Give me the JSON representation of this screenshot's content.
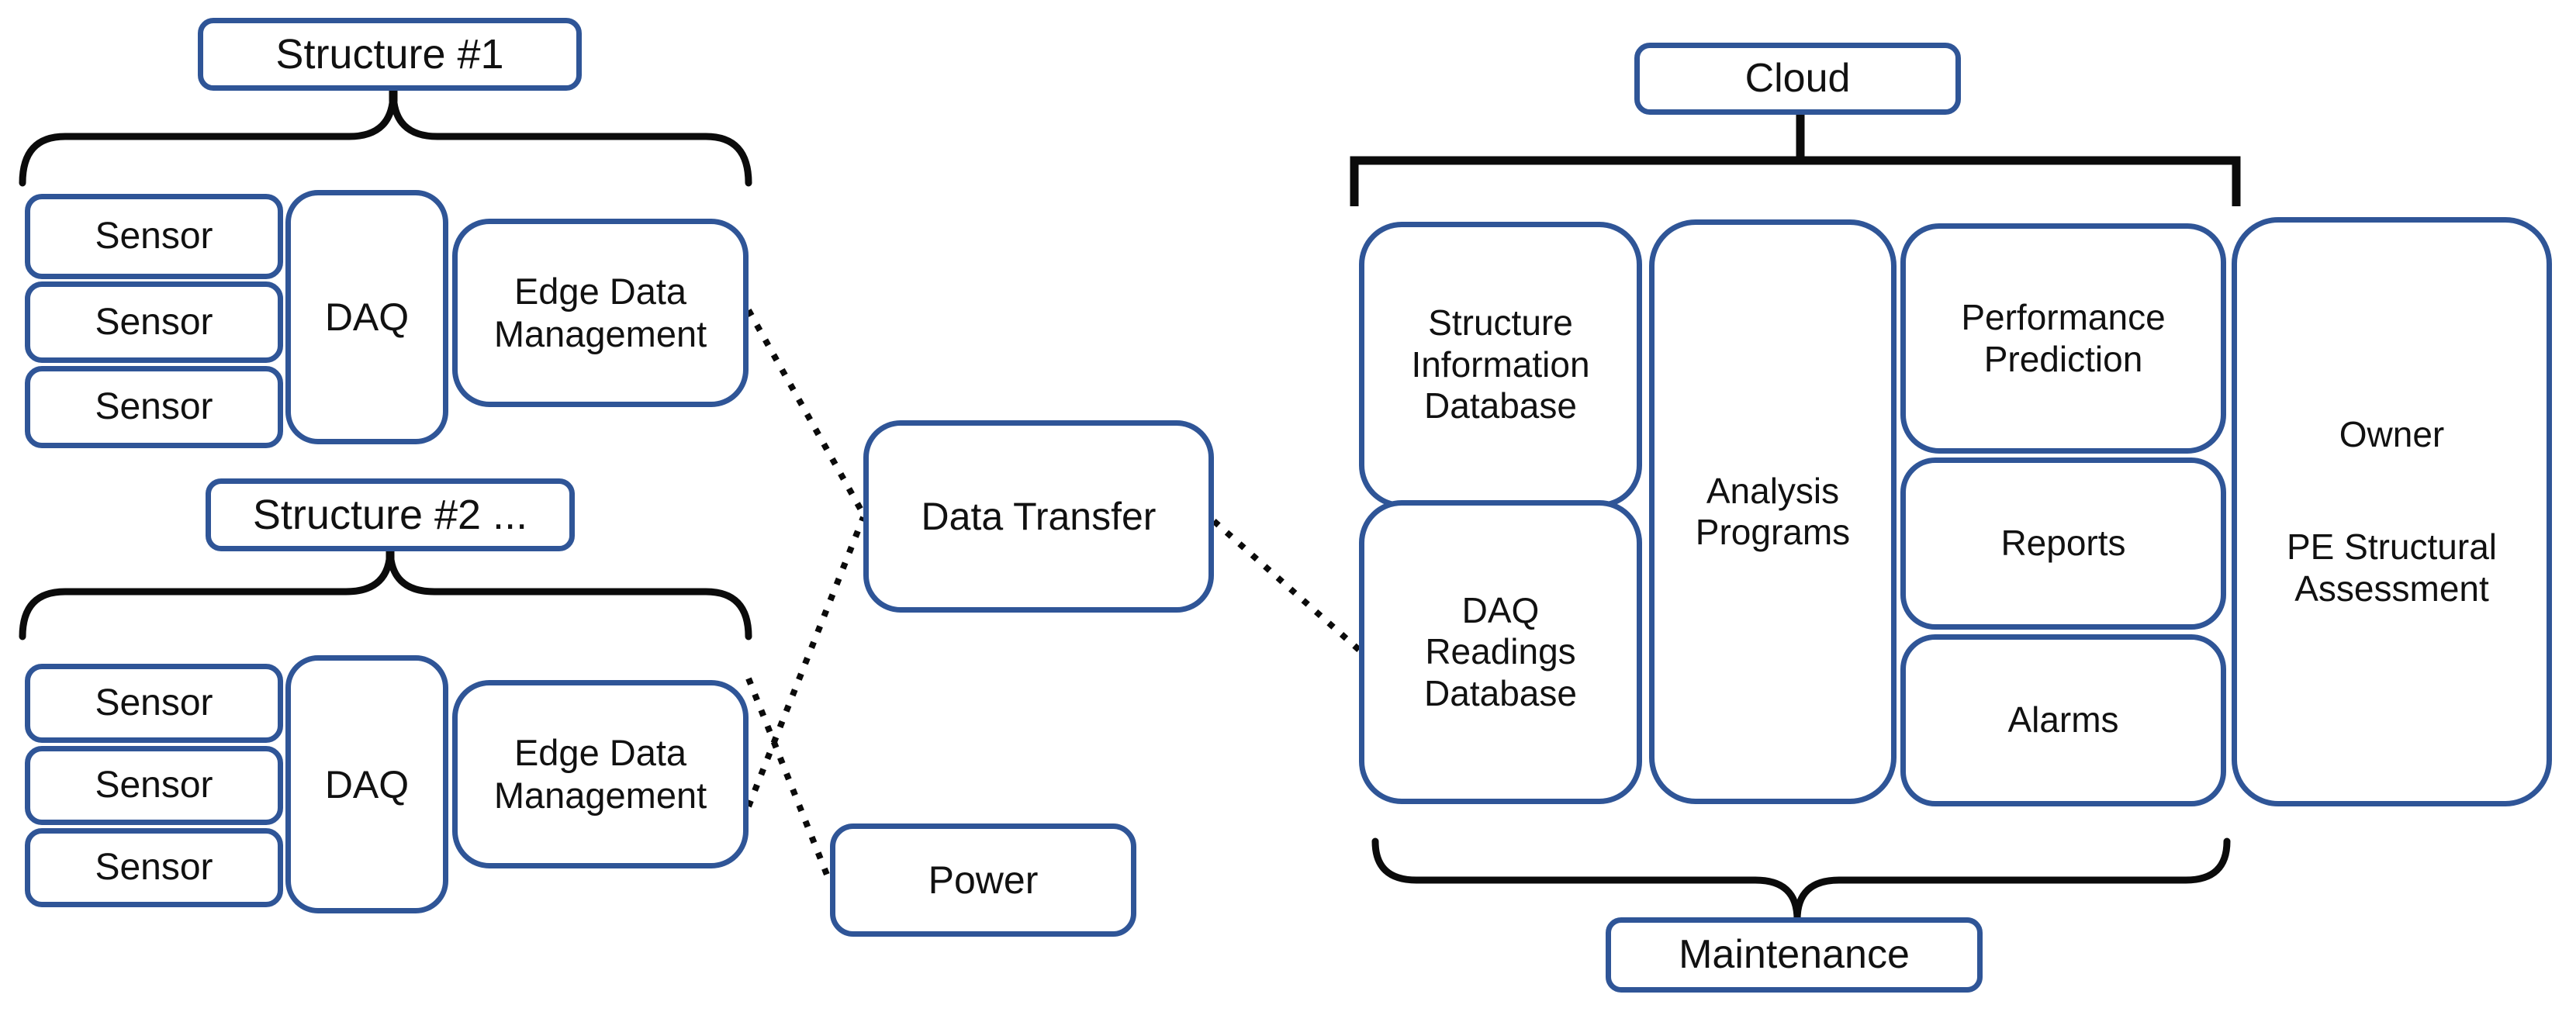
{
  "diagram": {
    "title_implied": "Structural health monitoring system block diagram",
    "colors": {
      "box_border": "#2F5597",
      "box_fill": "#ffffff",
      "bracket": "#0b0b0b",
      "connector": "#0b0b0b",
      "text": "#111111",
      "background": "#ffffff"
    },
    "structure1": {
      "title": "Structure #1",
      "sensors": [
        "Sensor",
        "Sensor",
        "Sensor"
      ],
      "daq": "DAQ",
      "edge": "Edge Data Management"
    },
    "structure2": {
      "title": "Structure #2 ...",
      "sensors": [
        "Sensor",
        "Sensor",
        "Sensor"
      ],
      "daq": "DAQ",
      "edge": "Edge Data Management"
    },
    "middle": {
      "data_transfer": "Data Transfer",
      "power": "Power"
    },
    "cloud": {
      "title": "Cloud",
      "structure_info_db": "Structure Information Database",
      "daq_readings_db": "DAQ Readings Database",
      "analysis": "Analysis Programs",
      "performance": "Performance Prediction",
      "reports": "Reports",
      "alarms": "Alarms",
      "owner_top": "Owner",
      "owner_bottom": "PE Structural Assessment"
    },
    "maintenance": "Maintenance"
  }
}
